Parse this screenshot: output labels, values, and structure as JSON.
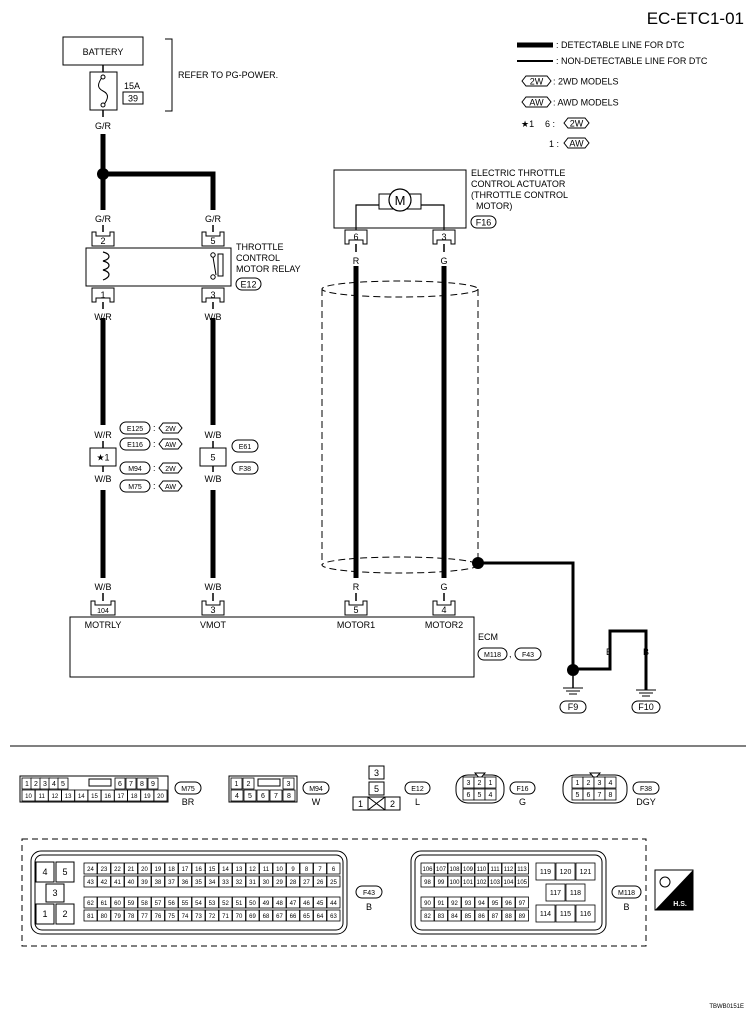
{
  "page_id": "EC-ETC1-01",
  "figure_code": "TBWB0151E",
  "legend": {
    "detectable": ": DETECTABLE LINE FOR DTC",
    "non_detectable": ": NON-DETECTABLE LINE FOR DTC",
    "tag_2w": "2W",
    "tag_aw": "AW",
    "models_2wd": ": 2WD MODELS",
    "models_awd": ": AWD MODELS",
    "star1": "★1",
    "star1_2w_pin": "6 :",
    "star1_aw_pin": "1 :"
  },
  "battery": {
    "label": "BATTERY",
    "fuse_amps": "15A",
    "fuse_no": "39",
    "refer": "REFER TO PG-POWER.",
    "wire_color": "G/R"
  },
  "relay": {
    "name_1": "THROTTLE",
    "name_2": "CONTROL",
    "name_3": "MOTOR RELAY",
    "connector": "E12",
    "pin_tl": "2",
    "pin_tr": "5",
    "pin_bl": "1",
    "pin_br": "3",
    "wire_tl": "G/R",
    "wire_tr": "G/R",
    "wire_bl": "W/R",
    "wire_br": "W/B"
  },
  "actuator": {
    "name_1": "ELECTRIC THROTTLE",
    "name_2": "CONTROL ACTUATOR",
    "name_3": "(THROTTLE CONTROL",
    "name_4": "MOTOR)",
    "connector": "F16",
    "motor_symbol": "M",
    "pin_left": "6",
    "pin_right": "3",
    "wire_left": "R",
    "wire_right": "G"
  },
  "joints": {
    "left_wire_top": "W/R",
    "left_wire_bottom": "W/B",
    "left_pin": "★1",
    "left_conn_1": "E125",
    "left_conn_2": "E116",
    "left_conn_3": "M94",
    "left_conn_4": "M75",
    "right_wire_top": "W/B",
    "right_wire_bottom": "W/B",
    "right_pin": "5",
    "right_conn_1": "E61",
    "right_conn_2": "F38"
  },
  "ecm": {
    "label": "ECM",
    "conn_1": "M118",
    "conn_2": "F43",
    "sep": ",",
    "pins": [
      "104",
      "3",
      "5",
      "4"
    ],
    "terminals": [
      "MOTRLY",
      "VMOT",
      "MOTOR1",
      "MOTOR2"
    ],
    "wires": [
      "W/B",
      "W/B",
      "R",
      "G"
    ]
  },
  "ground": {
    "wire_1": "B",
    "wire_2": "B",
    "conn_1": "F9",
    "conn_2": "F10"
  },
  "connectors": {
    "m75_row1": [
      "1",
      "2",
      "3",
      "4",
      "5",
      "6",
      "7",
      "8",
      "9"
    ],
    "m75_row2": [
      "10",
      "11",
      "12",
      "13",
      "14",
      "15",
      "16",
      "17",
      "18",
      "19",
      "20"
    ],
    "m75_name": "M75",
    "m75_color": "BR",
    "m94_row1": [
      "1",
      "2",
      "3"
    ],
    "m94_row2": [
      "4",
      "5",
      "6",
      "7",
      "8"
    ],
    "m94_name": "M94",
    "m94_color": "W",
    "e12_pins": [
      "3",
      "5",
      "1",
      "2"
    ],
    "e12_name": "E12",
    "e12_color": "L",
    "f16_row1": [
      "3",
      "2",
      "1"
    ],
    "f16_row2": [
      "6",
      "5",
      "4"
    ],
    "f16_name": "F16",
    "f16_color": "G",
    "f38_row1": [
      "1",
      "2",
      "3",
      "4"
    ],
    "f38_row2": [
      "5",
      "6",
      "7",
      "8"
    ],
    "f38_name": "F38",
    "f38_color": "DGY",
    "f43_big": [
      "4",
      "5",
      "3",
      "1",
      "2"
    ],
    "f43_row1": [
      "24",
      "23",
      "22",
      "21",
      "20",
      "19",
      "18",
      "17",
      "16",
      "15",
      "14",
      "13",
      "12",
      "11",
      "10",
      "9",
      "8",
      "7",
      "6"
    ],
    "f43_row2": [
      "43",
      "42",
      "41",
      "40",
      "39",
      "38",
      "37",
      "36",
      "35",
      "34",
      "33",
      "32",
      "31",
      "30",
      "29",
      "28",
      "27",
      "26",
      "25"
    ],
    "f43_row3": [
      "62",
      "61",
      "60",
      "59",
      "58",
      "57",
      "56",
      "55",
      "54",
      "53",
      "52",
      "51",
      "50",
      "49",
      "48",
      "47",
      "46",
      "45",
      "44"
    ],
    "f43_row4": [
      "81",
      "80",
      "79",
      "78",
      "77",
      "76",
      "75",
      "74",
      "73",
      "72",
      "71",
      "70",
      "69",
      "68",
      "67",
      "66",
      "65",
      "64",
      "63"
    ],
    "f43_name": "F43",
    "f43_color": "B",
    "m118_row1": [
      "106",
      "107",
      "108",
      "109",
      "110",
      "111",
      "112",
      "113"
    ],
    "m118_row2": [
      "98",
      "99",
      "100",
      "101",
      "102",
      "103",
      "104",
      "105"
    ],
    "m118_row3": [
      "90",
      "91",
      "92",
      "93",
      "94",
      "95",
      "96",
      "97"
    ],
    "m118_row4": [
      "82",
      "83",
      "84",
      "85",
      "86",
      "87",
      "88",
      "89"
    ],
    "m118_right": [
      "119",
      "120",
      "121",
      "117",
      "118",
      "114",
      "115",
      "116"
    ],
    "m118_name": "M118",
    "m118_color": "B",
    "hs_label": "H.S."
  }
}
